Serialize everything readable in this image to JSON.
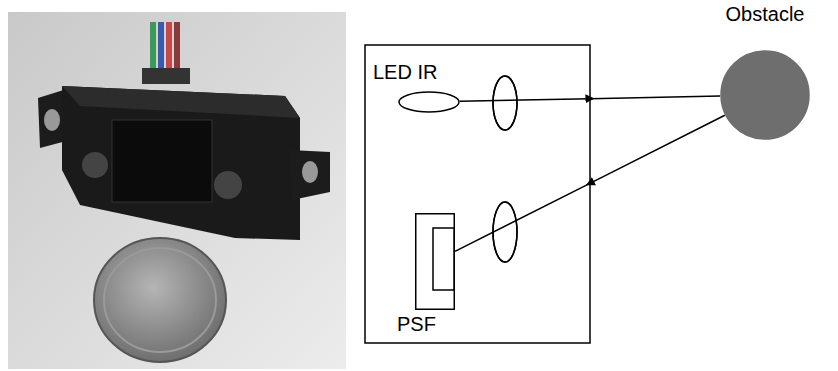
{
  "diagram": {
    "nodes": [
      {
        "text": [
          "LED IR"
        ]
      },
      {
        "text": [
          "PSF"
        ]
      },
      {
        "text": [
          "Obstacle"
        ]
      }
    ],
    "edges": [
      {
        "from": 0,
        "to": 2,
        "arrow": "to"
      },
      {
        "from": 2,
        "to": 1,
        "arrow": "to"
      }
    ]
  }
}
